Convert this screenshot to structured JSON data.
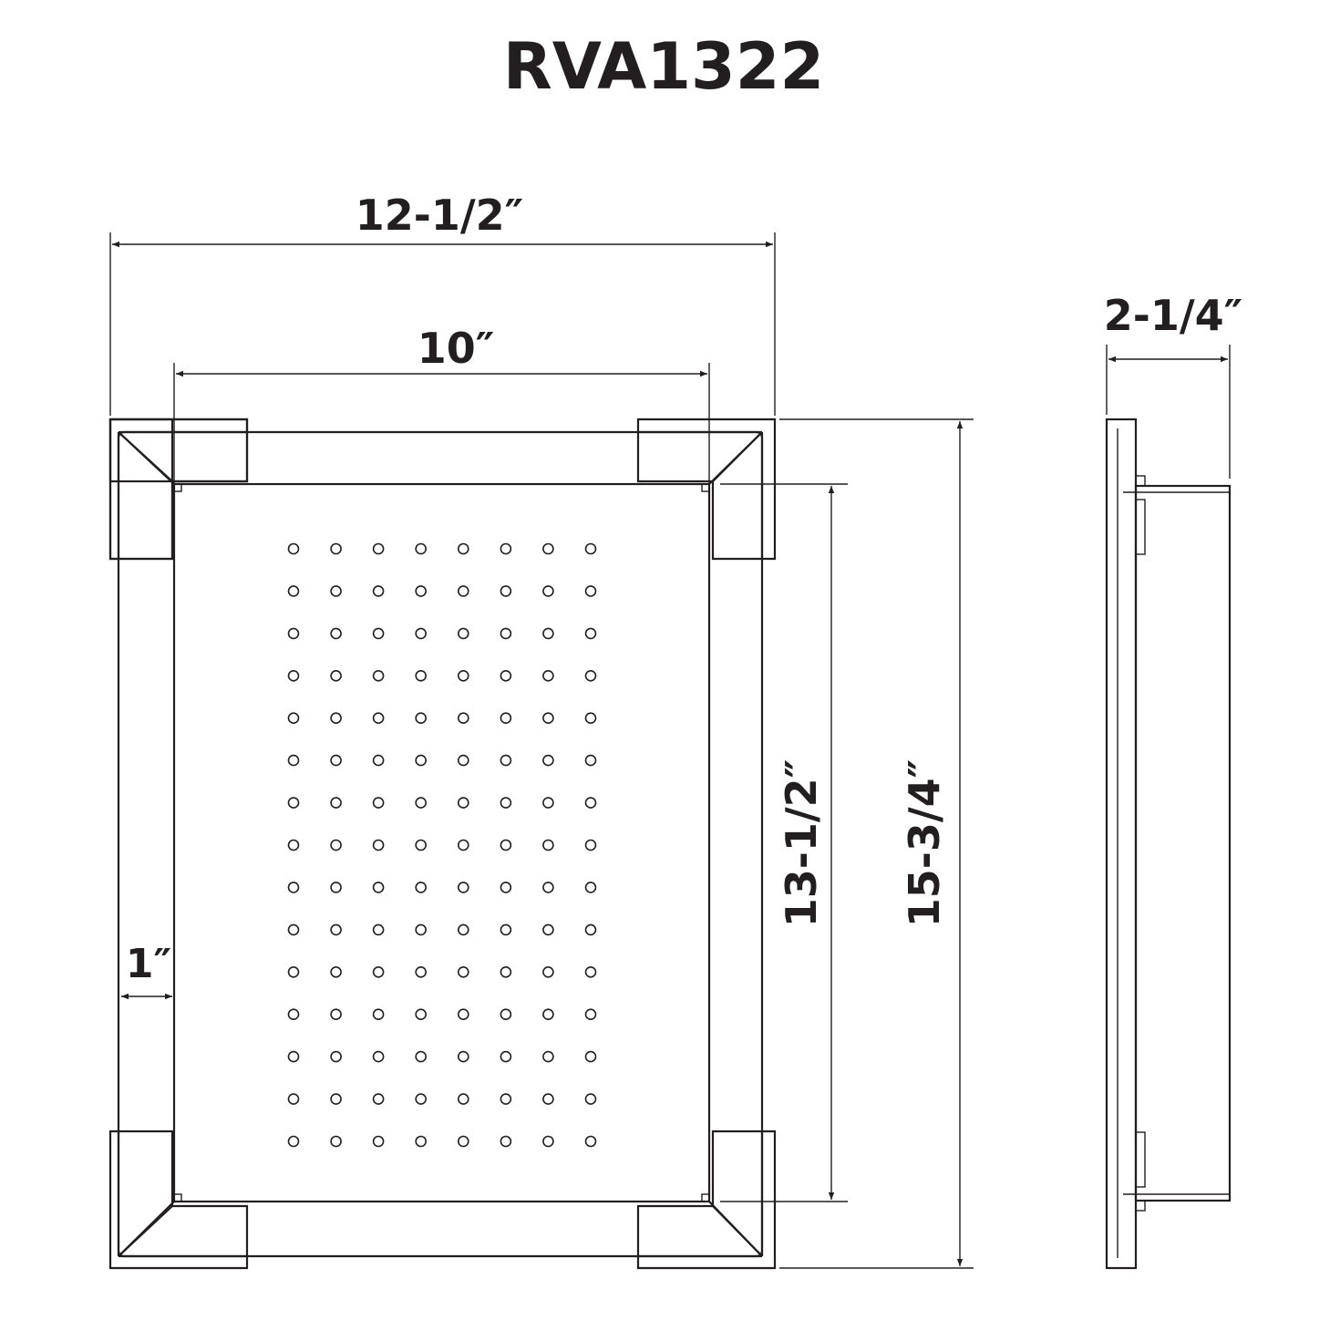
{
  "title": "RVA1322",
  "dimensions": {
    "outer_width": "12-1/2″",
    "inner_width": "10″",
    "depth": "2-1/4″",
    "inner_length": "13-1/2″",
    "outer_length": "15-3/4″",
    "rim": "1″"
  },
  "grid": {
    "columns": 8,
    "rows": 15
  },
  "colors": {
    "line": "#231f20",
    "background": "#ffffff"
  }
}
